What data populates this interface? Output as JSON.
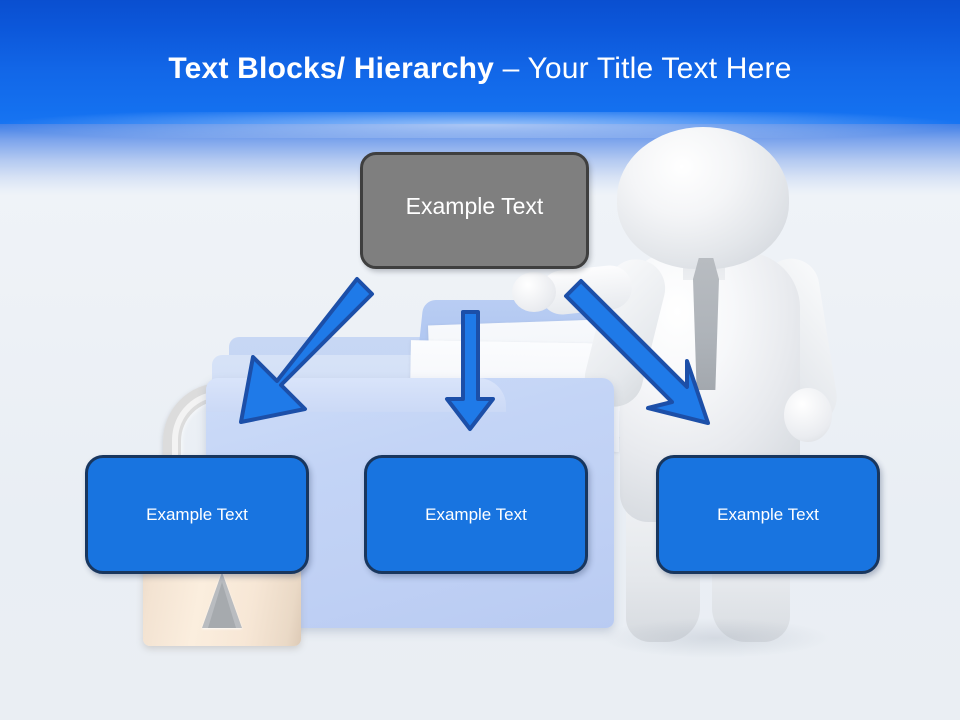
{
  "slide": {
    "title": {
      "bold_part": "Text Blocks/ Hierarchy",
      "separator": " – ",
      "light_part": "Your Title Text Here",
      "full": "Text Blocks/ Hierarchy – Your Title Text Here"
    },
    "colors": {
      "header_blue_top": "#0a4fd0",
      "header_blue_bottom": "#1774f2",
      "background": "#eef2f7",
      "top_box_fill": "#7f7f7f",
      "top_box_border": "#3f3f3f",
      "lower_box_fill": "#1874e0",
      "lower_box_border": "#18365e",
      "arrow_fill": "#1f7ae8",
      "arrow_outline": "#1c4fa8",
      "folder_blue": "#c3d4f6",
      "lock_body_tan": "#f7e7d6",
      "lock_shackle_gray": "#dcdcdc",
      "figure_white": "#f2f4f6",
      "tie_gray": "#aeb3b9",
      "text_white": "#ffffff"
    },
    "boxes": {
      "top": {
        "label": "Example  Text",
        "name": "parent-node"
      },
      "lower": [
        {
          "label": "Example Text",
          "name": "child-node-left"
        },
        {
          "label": "Example Text",
          "name": "child-node-middle"
        },
        {
          "label": "Example Text",
          "name": "child-node-right"
        }
      ]
    },
    "arrows": [
      {
        "name": "arrow-to-left-child",
        "direction": "down-left"
      },
      {
        "name": "arrow-to-middle-child",
        "direction": "down"
      },
      {
        "name": "arrow-to-right-child",
        "direction": "down-right"
      }
    ],
    "artwork": {
      "padlock": "padlock-icon",
      "folder": "open-folder-icon",
      "person": "businessman-figure"
    }
  }
}
